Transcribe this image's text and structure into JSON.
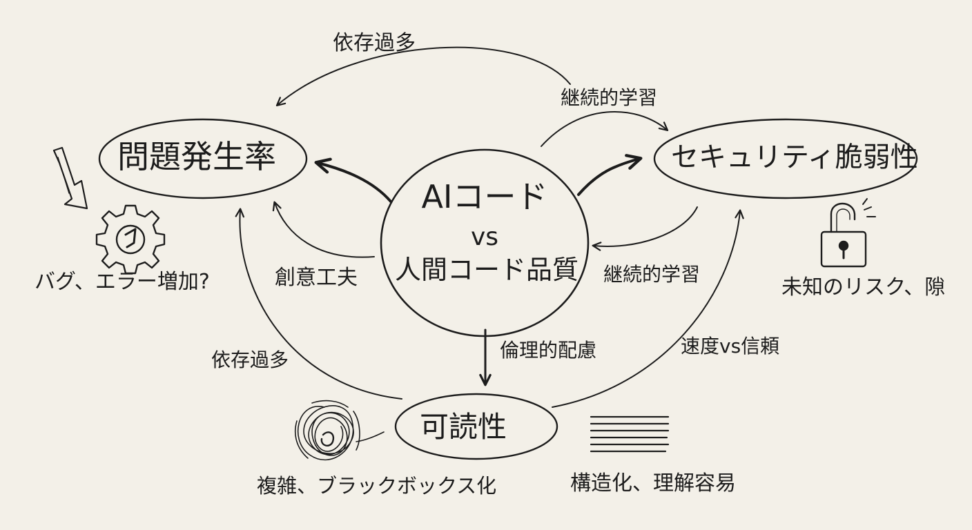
{
  "center": {
    "line1": "AIコード",
    "line2": "vs",
    "line3": "人間コード品質"
  },
  "nodes": {
    "problem_rate": "問題発生率",
    "security": "セキュリティ脆弱性",
    "readability": "可読性"
  },
  "edges": {
    "top_arc": "依存過多",
    "top_right": "継続的学習",
    "center_left": "創意工夫",
    "center_right": "継続的学習",
    "center_down": "倫理的配慮",
    "lower_left": "依存過多",
    "lower_right": "速度vs信頼"
  },
  "annotations": {
    "bugs": "バグ、エラー増加?",
    "unknown_risk": "未知のリスク、隙",
    "complex": "複雑、ブラックボックス化",
    "structured": "構造化、理解容易"
  },
  "colors": {
    "ink": "#1c1c1c",
    "paper": "#f3f0e8"
  },
  "icons": [
    "down-arrow-icon",
    "gear-icon",
    "open-padlock-icon",
    "tangle-scribble-icon",
    "parallel-lines-icon"
  ]
}
